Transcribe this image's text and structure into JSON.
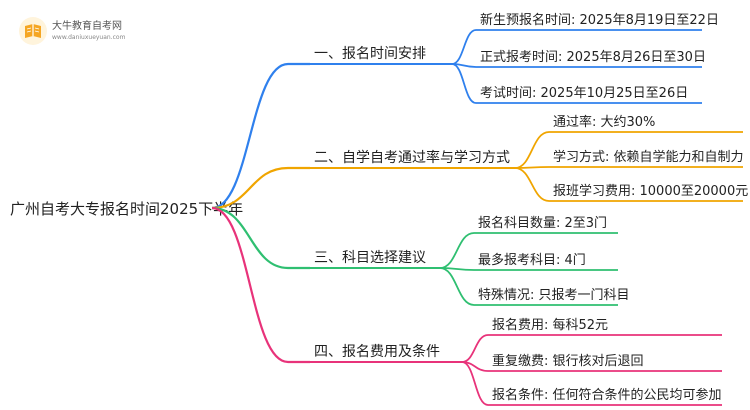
{
  "site": {
    "name": "大牛教育自考网",
    "url": "www.daniuxueyuan.com",
    "logo_icon": "book-icon"
  },
  "mindmap": {
    "root": "广州自考大专报名时间2025下半年",
    "branches": [
      {
        "label": "一、报名时间安排",
        "color": "#2f80ed",
        "children": [
          "新生预报名时间: 2025年8月19日至22日",
          "正式报考时间: 2025年8月26日至30日",
          "考试时间: 2025年10月25日至26日"
        ]
      },
      {
        "label": "二、自学自考通过率与学习方式",
        "color": "#f0a500",
        "children": [
          "通过率: 大约30%",
          "学习方式: 依赖自学能力和自制力",
          "报班学习费用: 10000至20000元"
        ]
      },
      {
        "label": "三、科目选择建议",
        "color": "#2fbf71",
        "children": [
          "报名科目数量: 2至3门",
          "最多报考科目: 4门",
          "特殊情况: 只报考一门科目"
        ]
      },
      {
        "label": "四、报名费用及条件",
        "color": "#e8337a",
        "children": [
          "报名费用: 每科52元",
          "重复缴费: 银行核对后退回",
          "报名条件: 任何符合条件的公民均可参加"
        ]
      }
    ]
  }
}
